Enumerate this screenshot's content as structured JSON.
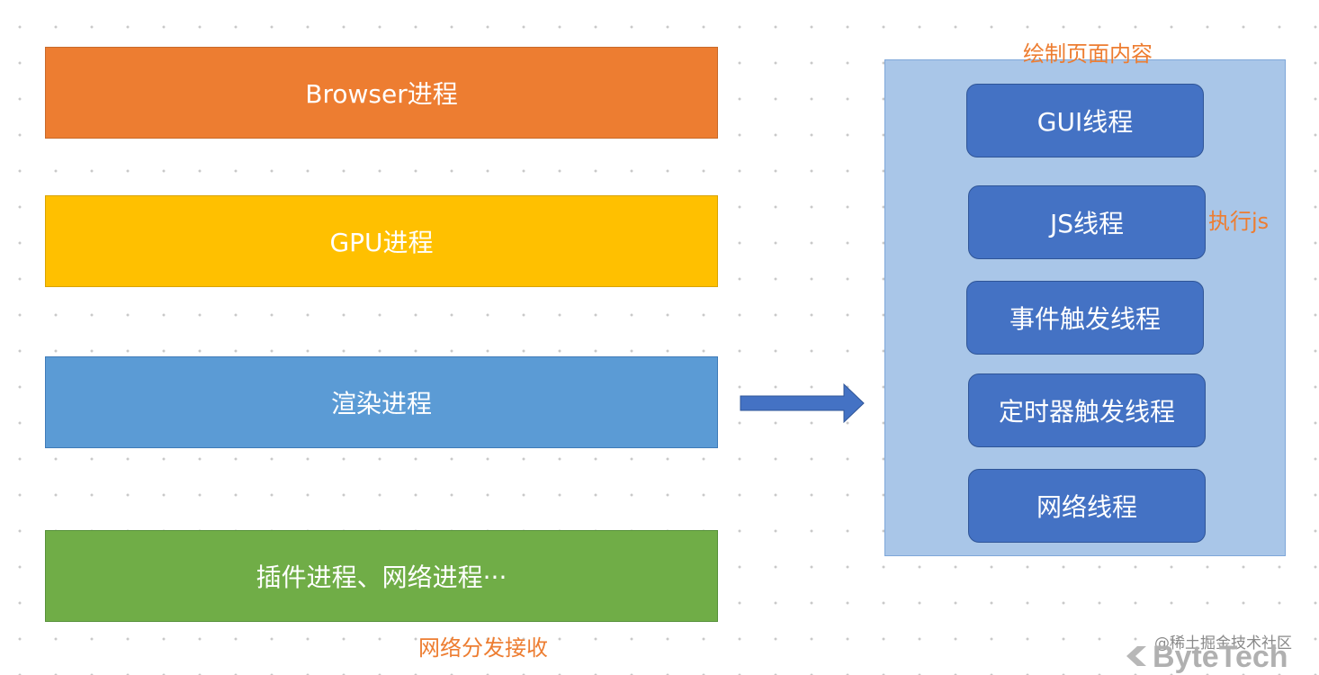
{
  "processes": {
    "browser": "Browser进程",
    "gpu": "GPU进程",
    "renderer": "渲染进程",
    "plugin_network": "插件进程、网络进程···"
  },
  "annotations": {
    "network": "网络分发接收",
    "paint": "绘制页面内容",
    "js": "执行js"
  },
  "threads": {
    "gui": "GUI线程",
    "js": "JS线程",
    "event": "事件触发线程",
    "timer": "定时器触发线程",
    "network": "网络线程"
  },
  "watermark": "@稀土掘金技术社区",
  "brand": "ByteTech",
  "colors": {
    "browser": "#ed7d31",
    "gpu": "#ffc000",
    "renderer": "#5b9bd5",
    "plugin_network": "#70ad47",
    "thread_box": "#4472c4",
    "thread_panel": "#a9c6e8",
    "annotation": "#ed7d31",
    "arrow": "#4472c4"
  },
  "icons": {
    "arrow": "right-arrow-icon",
    "brand_mark": "bytetech-logo-icon"
  }
}
